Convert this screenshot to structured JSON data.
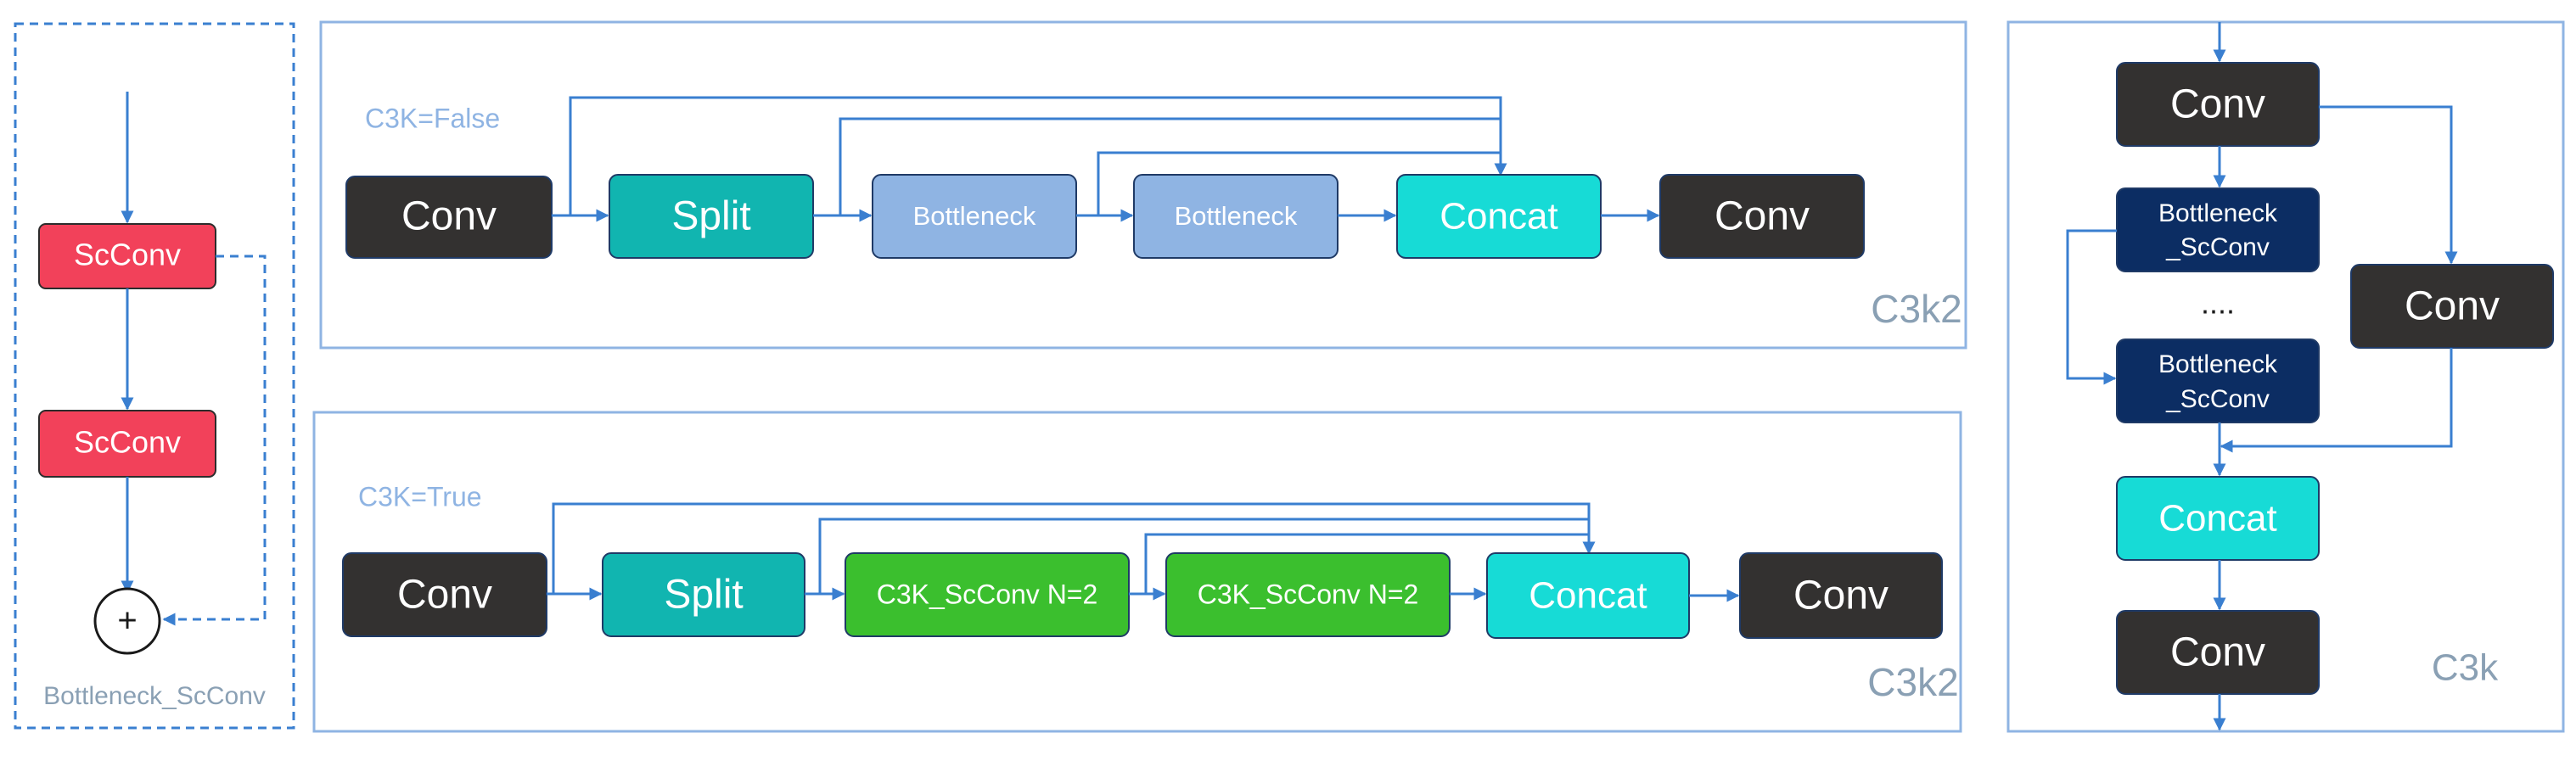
{
  "bottleneck_panel": {
    "label": "Bottleneck_ScConv",
    "block1": "ScConv",
    "block2": "ScConv",
    "add_symbol": "+"
  },
  "c3k2_false": {
    "condition": "C3K=False",
    "conv_in": "Conv",
    "split": "Split",
    "bottleneck1": "Bottleneck",
    "bottleneck2": "Bottleneck",
    "concat": "Concat",
    "conv_out": "Conv",
    "panel_label": "C3k2"
  },
  "c3k2_true": {
    "condition": "C3K=True",
    "conv_in": "Conv",
    "split": "Split",
    "c3k1": "C3K_ScConv N=2",
    "c3k2": "C3K_ScConv N=2",
    "concat": "Concat",
    "conv_out": "Conv",
    "panel_label": "C3k2"
  },
  "c3k_panel": {
    "conv_top": "Conv",
    "bneck1_line1": "Bottleneck",
    "bneck1_line2": "_ScConv",
    "ellipsis": "....",
    "bneck2_line1": "Bottleneck",
    "bneck2_line2": "_ScConv",
    "conv_side": "Conv",
    "concat": "Concat",
    "conv_bottom": "Conv",
    "panel_label": "C3k"
  },
  "colors": {
    "conv": "#333130",
    "split": "#11b5b0",
    "bottleneck": "#8fb4e3",
    "concat": "#17dbd6",
    "scconv": "#f2415a",
    "c3k_scconv": "#3bbf2e",
    "bneck_dark": "#0c2d63",
    "arrow": "#3a7fd0",
    "panel_border": "#8fb4e3",
    "label_gray": "#8aa0b4"
  }
}
